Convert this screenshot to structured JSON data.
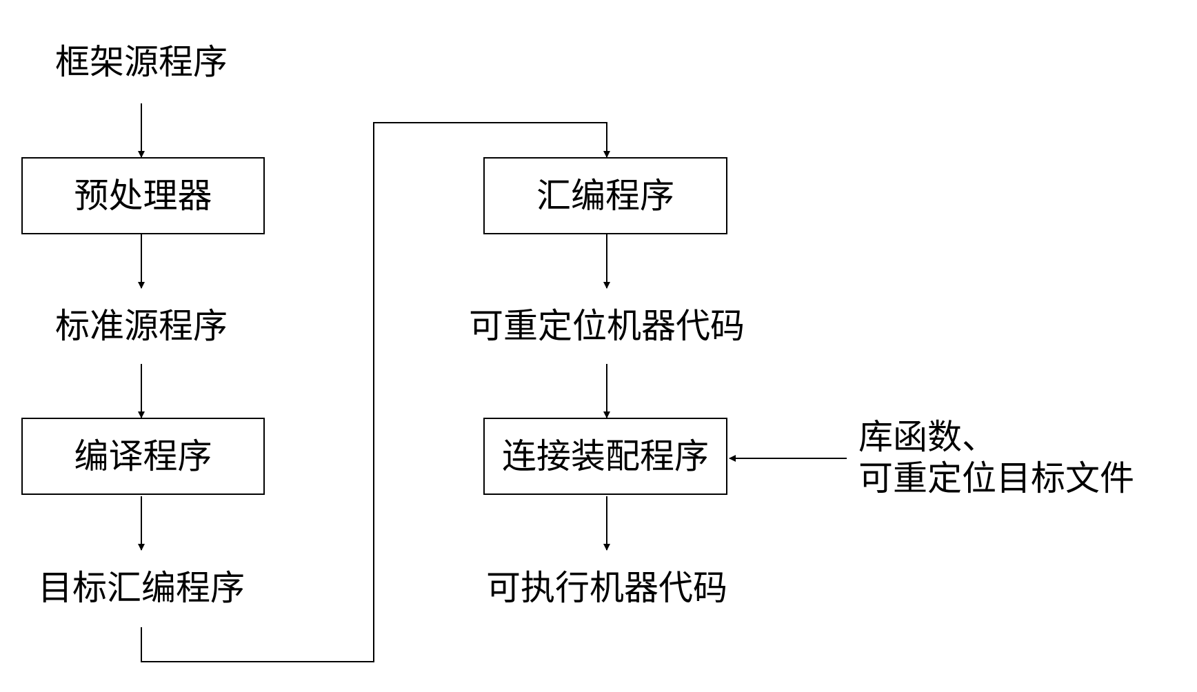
{
  "diagram": {
    "nodes": {
      "framework_source": "框架源程序",
      "preprocessor": "预处理器",
      "standard_source": "标准源程序",
      "compiler": "编译程序",
      "target_assembly": "目标汇编程序",
      "assembler": "汇编程序",
      "relocatable_code": "可重定位机器代码",
      "linker_loader": "连接装配程序",
      "executable_code": "可执行机器代码",
      "library_input_line1": "库函数、",
      "library_input_line2": "可重定位目标文件"
    }
  }
}
